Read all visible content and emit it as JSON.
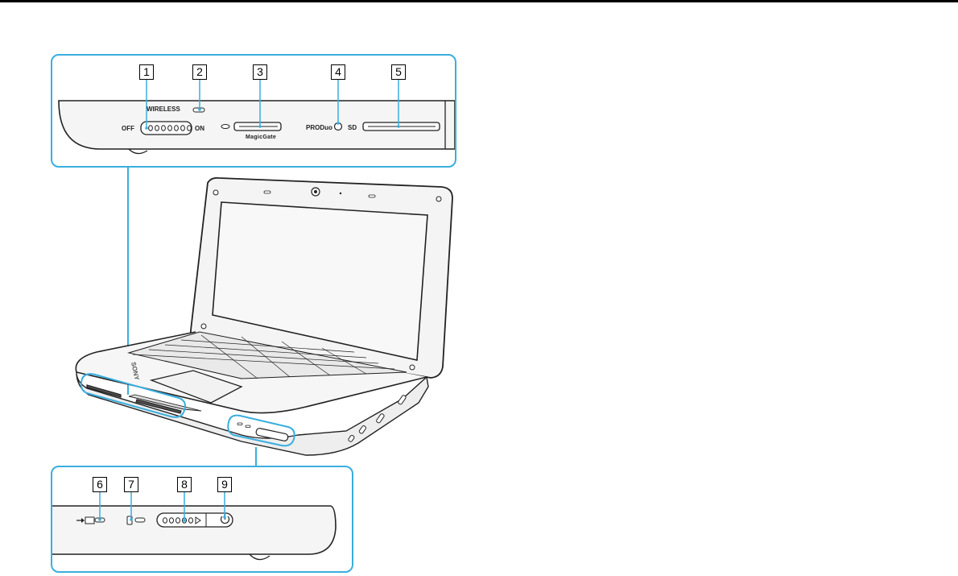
{
  "top_inset": {
    "callouts": [
      "1",
      "2",
      "3",
      "4",
      "5"
    ],
    "labels": {
      "wireless": "WIRELESS",
      "off": "OFF",
      "on": "ON",
      "prodio": "PRODuo",
      "sd": "SD",
      "magicgate": "MagicGate"
    }
  },
  "bottom_inset": {
    "callouts": [
      "6",
      "7",
      "8",
      "9"
    ]
  },
  "colors": {
    "accent": "#3aaede",
    "outline": "#222222"
  },
  "icons": [
    "charge-indicator-icon",
    "disk-drive-icon",
    "power-icon",
    "memory-stick-icon",
    "sony-logo"
  ]
}
